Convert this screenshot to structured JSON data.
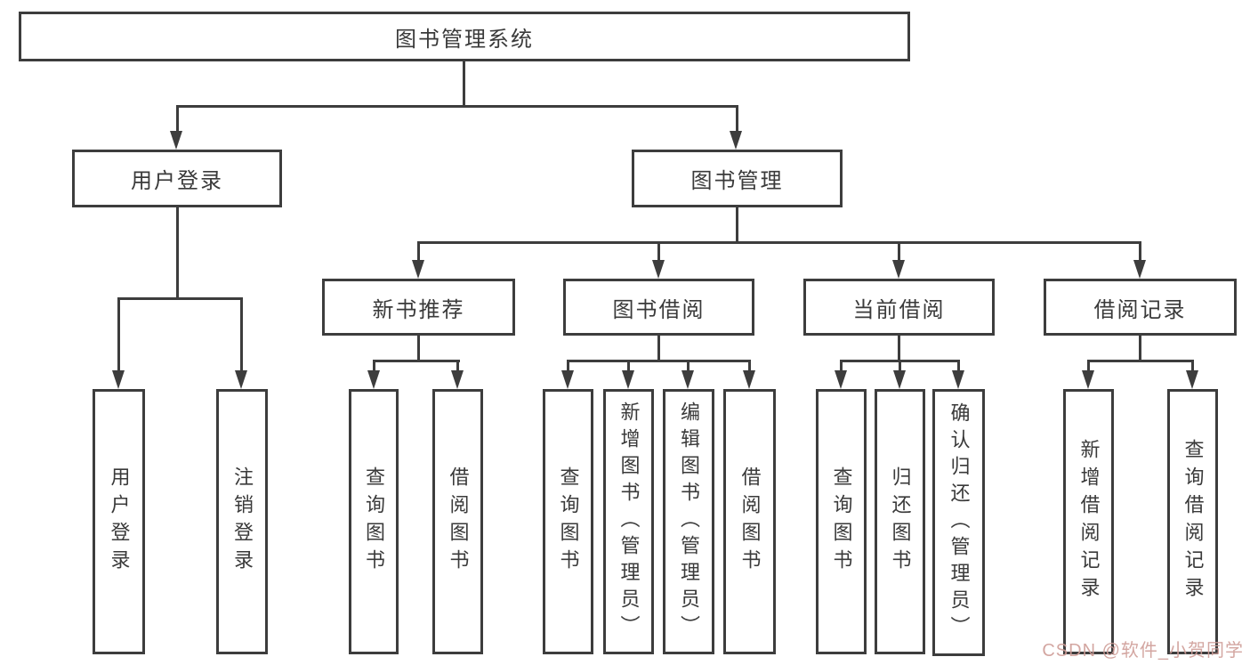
{
  "diagram": {
    "title": "图书管理系统",
    "watermark": "CSDN @软件_小贺同学",
    "colors": {
      "line": "#3d3d3d",
      "text": "#3a3a3a",
      "watermark_pink": "#cf9d97",
      "background": "#ffffff"
    },
    "nodes": {
      "root": "图书管理系统",
      "user_login": "用户登录",
      "book_management": "图书管理",
      "new_book_recommend": "新书推荐",
      "book_borrowing": "图书借阅",
      "current_borrowing": "当前借阅",
      "borrowing_records": "借阅记录",
      "leaf_user_login": "用户登录",
      "leaf_logout": "注销登录",
      "leaf_query_book_nb": "查询图书",
      "leaf_borrow_book_nb": "借阅图书",
      "leaf_query_book_bb": "查询图书",
      "leaf_add_book_admin": "新增图书（管理员）",
      "leaf_edit_book_admin": "编辑图书（管理员）",
      "leaf_borrow_book_bb": "借阅图书",
      "leaf_query_book_cb": "查询图书",
      "leaf_return_book": "归还图书",
      "leaf_confirm_return_admin": "确认归还（管理员）",
      "leaf_add_borrow_record": "新增借阅记录",
      "leaf_query_borrow_record": "查询借阅记录"
    }
  }
}
